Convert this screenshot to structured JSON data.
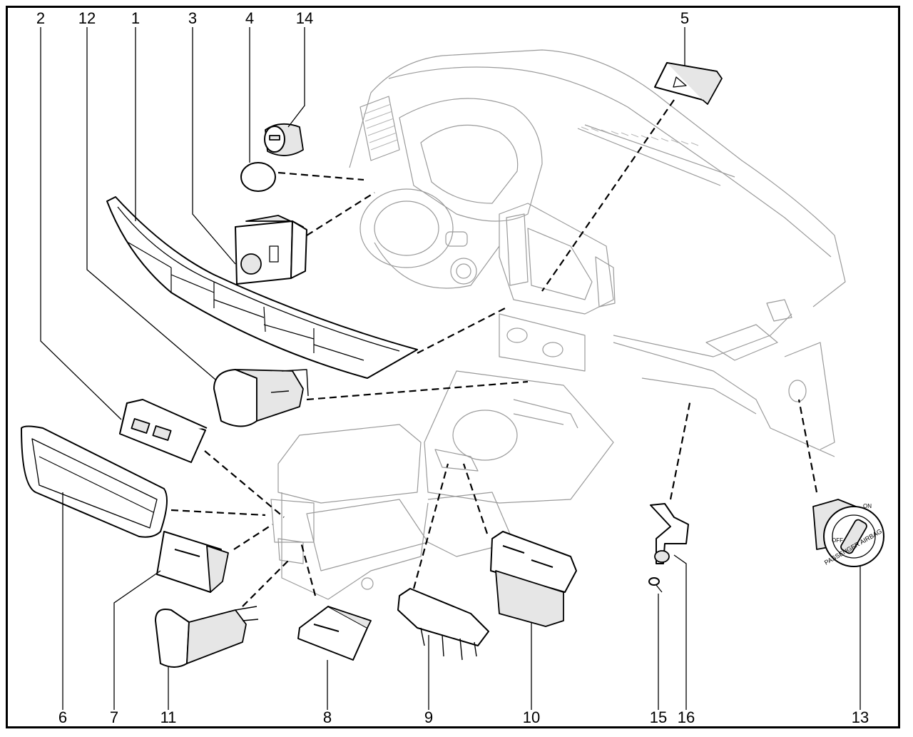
{
  "callouts": [
    {
      "id": "2",
      "text": "2"
    },
    {
      "id": "12",
      "text": "12"
    },
    {
      "id": "1",
      "text": "1"
    },
    {
      "id": "3",
      "text": "3"
    },
    {
      "id": "4",
      "text": "4"
    },
    {
      "id": "14",
      "text": "14"
    },
    {
      "id": "5",
      "text": "5"
    },
    {
      "id": "6",
      "text": "6"
    },
    {
      "id": "7",
      "text": "7"
    },
    {
      "id": "11",
      "text": "11"
    },
    {
      "id": "8",
      "text": "8"
    },
    {
      "id": "9",
      "text": "9"
    },
    {
      "id": "10",
      "text": "10"
    },
    {
      "id": "15",
      "text": "15"
    },
    {
      "id": "16",
      "text": "16"
    },
    {
      "id": "13",
      "text": "13"
    }
  ],
  "switch_13": {
    "line1": "PASSENGER AIRBAG",
    "on": "ON",
    "off": "OFF"
  }
}
